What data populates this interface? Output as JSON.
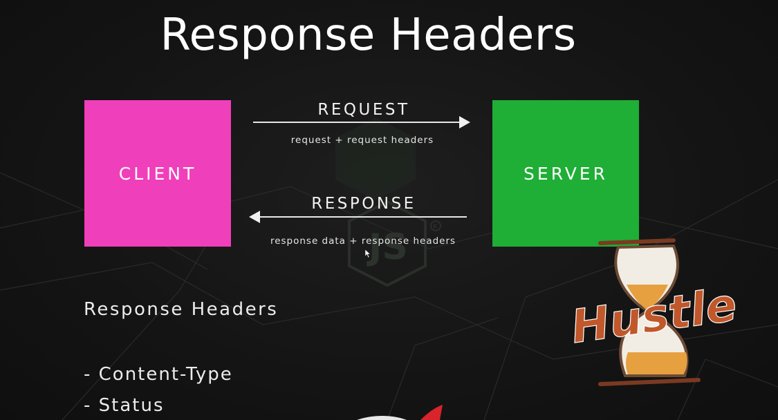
{
  "slide": {
    "title": "Response Headers",
    "client_label": "CLIENT",
    "server_label": "SERVER",
    "request_label": "REQUEST",
    "request_sublabel": "request + request headers",
    "response_label": "RESPONSE",
    "response_sublabel": "response data + response headers",
    "section_title": "Response Headers",
    "list_items": [
      "- Content-Type",
      "- Status"
    ]
  },
  "watermark": {
    "text": "Hustle"
  },
  "colors": {
    "background": "#161616",
    "client_box": "#f03fba",
    "server_box": "#1fae36",
    "text": "#ffffff",
    "watermark_text": "#c0582b"
  },
  "icons": [
    "nodejs-logo",
    "hourglass-icon",
    "mouse-cursor-icon"
  ]
}
